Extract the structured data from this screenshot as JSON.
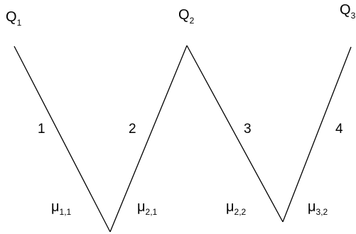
{
  "nodes": [
    {
      "symbol": "Q",
      "subscript": "1"
    },
    {
      "symbol": "Q",
      "subscript": "2"
    },
    {
      "symbol": "Q",
      "subscript": "3"
    }
  ],
  "segments": [
    {
      "label": "1"
    },
    {
      "label": "2"
    },
    {
      "label": "3"
    },
    {
      "label": "4"
    }
  ],
  "vertex_labels": [
    {
      "symbol": "μ",
      "subscript": "1,1"
    },
    {
      "symbol": "μ",
      "subscript": "2,1"
    },
    {
      "symbol": "μ",
      "subscript": "2,2"
    },
    {
      "symbol": "μ",
      "subscript": "3,2"
    }
  ],
  "colors": {
    "line": "#000000",
    "text": "#000000",
    "background": "#ffffff"
  }
}
